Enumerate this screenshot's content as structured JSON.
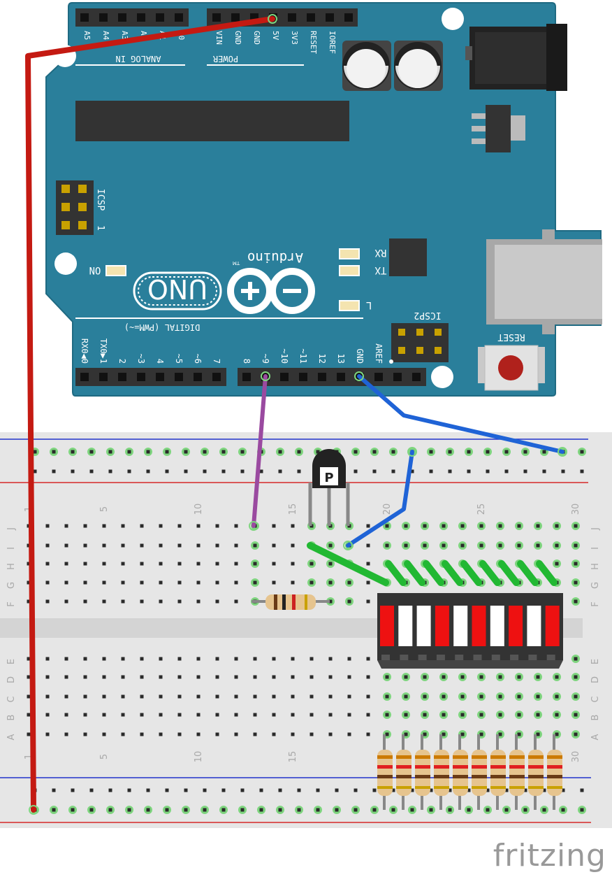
{
  "colors": {
    "board": "#2a7f9b",
    "board_edge": "#1f6a82",
    "silk": "#ffffff",
    "header": "#333333",
    "breadboard": "#e6e6e6",
    "rail_red": "#d62828",
    "rail_blue": "#2233cc",
    "wire_5v": "#c41a12",
    "wire_gnd": "#1f63d6",
    "wire_pin9": "#9a4aa0",
    "wire_green": "#22b833",
    "led_red": "#ee1111",
    "led_white": "#ffffff",
    "hole_active": "#7fd57f",
    "brand": "#999999"
  },
  "arduino": {
    "analog_header_label": "ANALOG IN",
    "analog_pins": [
      "A5",
      "A4",
      "A3",
      "A2",
      "A1",
      "A0"
    ],
    "power_header_label": "POWER",
    "power_pins": [
      "VIN",
      "GND",
      "GND",
      "5V",
      "3V3",
      "RESET",
      "IOREF"
    ],
    "logo_text": "Arduino",
    "trademark": "TM",
    "uno_text": "UNO",
    "icsp_label": "ICSP",
    "icsp_pin1": "1",
    "icsp2_label": "ICSP2",
    "on_label": "ON",
    "rx_label": "RX",
    "tx_label": "TX",
    "l_label": "L",
    "digital_label": "DIGITAL (PWM=~)",
    "digital_pins_left": [
      "RX0◀0",
      "TX0▶1",
      "2",
      "~3",
      "4",
      "~5",
      "~6",
      "7"
    ],
    "digital_pins_right": [
      "8",
      "~9",
      "~10",
      "~11",
      "12",
      "13",
      "GND",
      "AREF"
    ],
    "reset_label": "RESET"
  },
  "breadboard": {
    "column_numbers": [
      "1",
      "5",
      "10",
      "15",
      "20",
      "25",
      "30"
    ],
    "row_letters_top": [
      "J",
      "I",
      "H",
      "G",
      "F"
    ],
    "row_letters_bottom": [
      "E",
      "D",
      "C",
      "B",
      "A"
    ]
  },
  "transistor_label": "P",
  "brand": "fritzing"
}
